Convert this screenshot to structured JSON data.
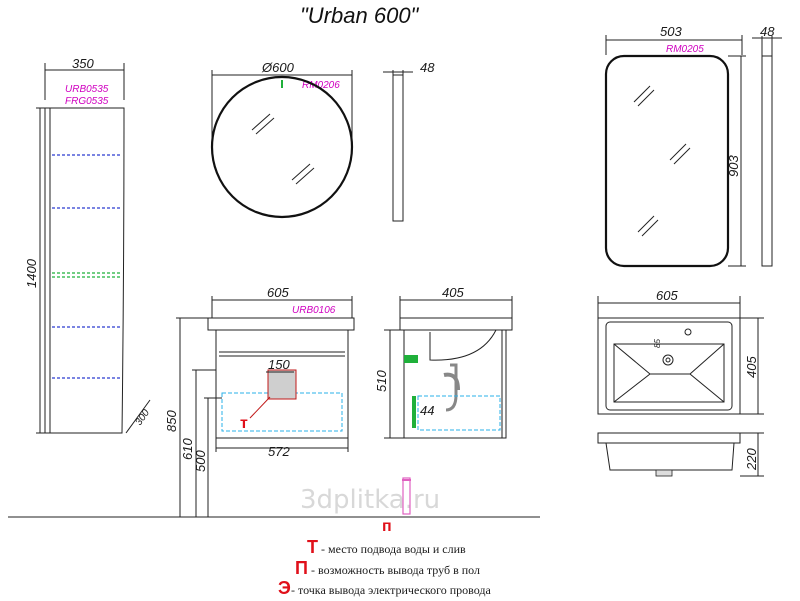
{
  "title": "\"Urban 600\"",
  "column": {
    "width": "350",
    "height": "1400",
    "depth": "300",
    "codes": [
      "URB0535",
      "FRG0535"
    ]
  },
  "round_mirror": {
    "diameter": "Ø600",
    "depth": "48",
    "code": "RM0206"
  },
  "rect_mirror": {
    "width": "503",
    "height": "903",
    "depth": "48",
    "code": "RM0205"
  },
  "vanity_front": {
    "width": "605",
    "code": "URB0106",
    "inner_width": "572",
    "heights": [
      "850",
      "610",
      "500"
    ],
    "opening": "150"
  },
  "vanity_side": {
    "depth": "405",
    "height": "510",
    "inset": "44"
  },
  "basin": {
    "width": "605",
    "depth": "405",
    "height": "220",
    "hole_offset": "85"
  },
  "markers": {
    "t": "т",
    "p": "п"
  },
  "legend": [
    {
      "symbol": "Т",
      "text": "- место подвода воды и слив"
    },
    {
      "symbol": "П",
      "text": "- возможность вывода труб в пол"
    },
    {
      "symbol": "Э",
      "text": "-  точка вывода электрического провода"
    }
  ],
  "watermark": "3dplitka.ru",
  "colors": {
    "code_text": "#d000c0",
    "marker_red": "#e0101a",
    "shelf_blue": "#2a3ad0",
    "shelf_green": "#1fb03a",
    "pipe_pink": "#e060c0"
  }
}
